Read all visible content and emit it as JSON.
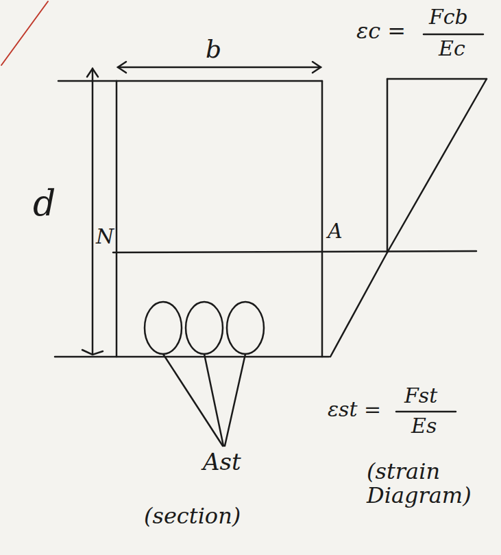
{
  "diagram": {
    "labels": [
      "b",
      "d",
      "N",
      "A",
      "Ast",
      "(section)",
      "εc =",
      "Fcb",
      "Ec",
      "εst =",
      "Fst",
      "Es",
      "(strain Diagram)"
    ]
  }
}
